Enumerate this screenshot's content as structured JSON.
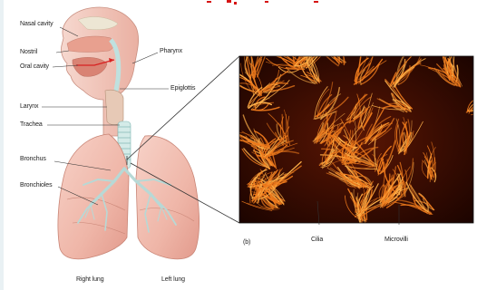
{
  "figure": {
    "labels": {
      "nasal_cavity": "Nasal cavity",
      "nostril": "Nostril",
      "oral_cavity": "Oral cavity",
      "pharynx": "Pharynx",
      "epiglottis": "Epiglottis",
      "larynx": "Larynx",
      "trachea": "Trachea",
      "bronchus": "Bronchus",
      "bronchioles": "Bronchioles",
      "right_lung": "Right lung",
      "left_lung": "Left lung"
    },
    "micrograph": {
      "panel_letter": "(b)",
      "cilia": "Cilia",
      "microvilli": "Microvilli"
    },
    "colors": {
      "tissue": "#f2c1b6",
      "tissue_dark": "#d98c80",
      "bone": "#ede6d4",
      "airway": "#bfe1df",
      "micrograph_bg": "#2a0700",
      "cilia": "#ee7a1c",
      "cilia_bright": "#ffb24a",
      "header_text": "#d61414"
    }
  }
}
